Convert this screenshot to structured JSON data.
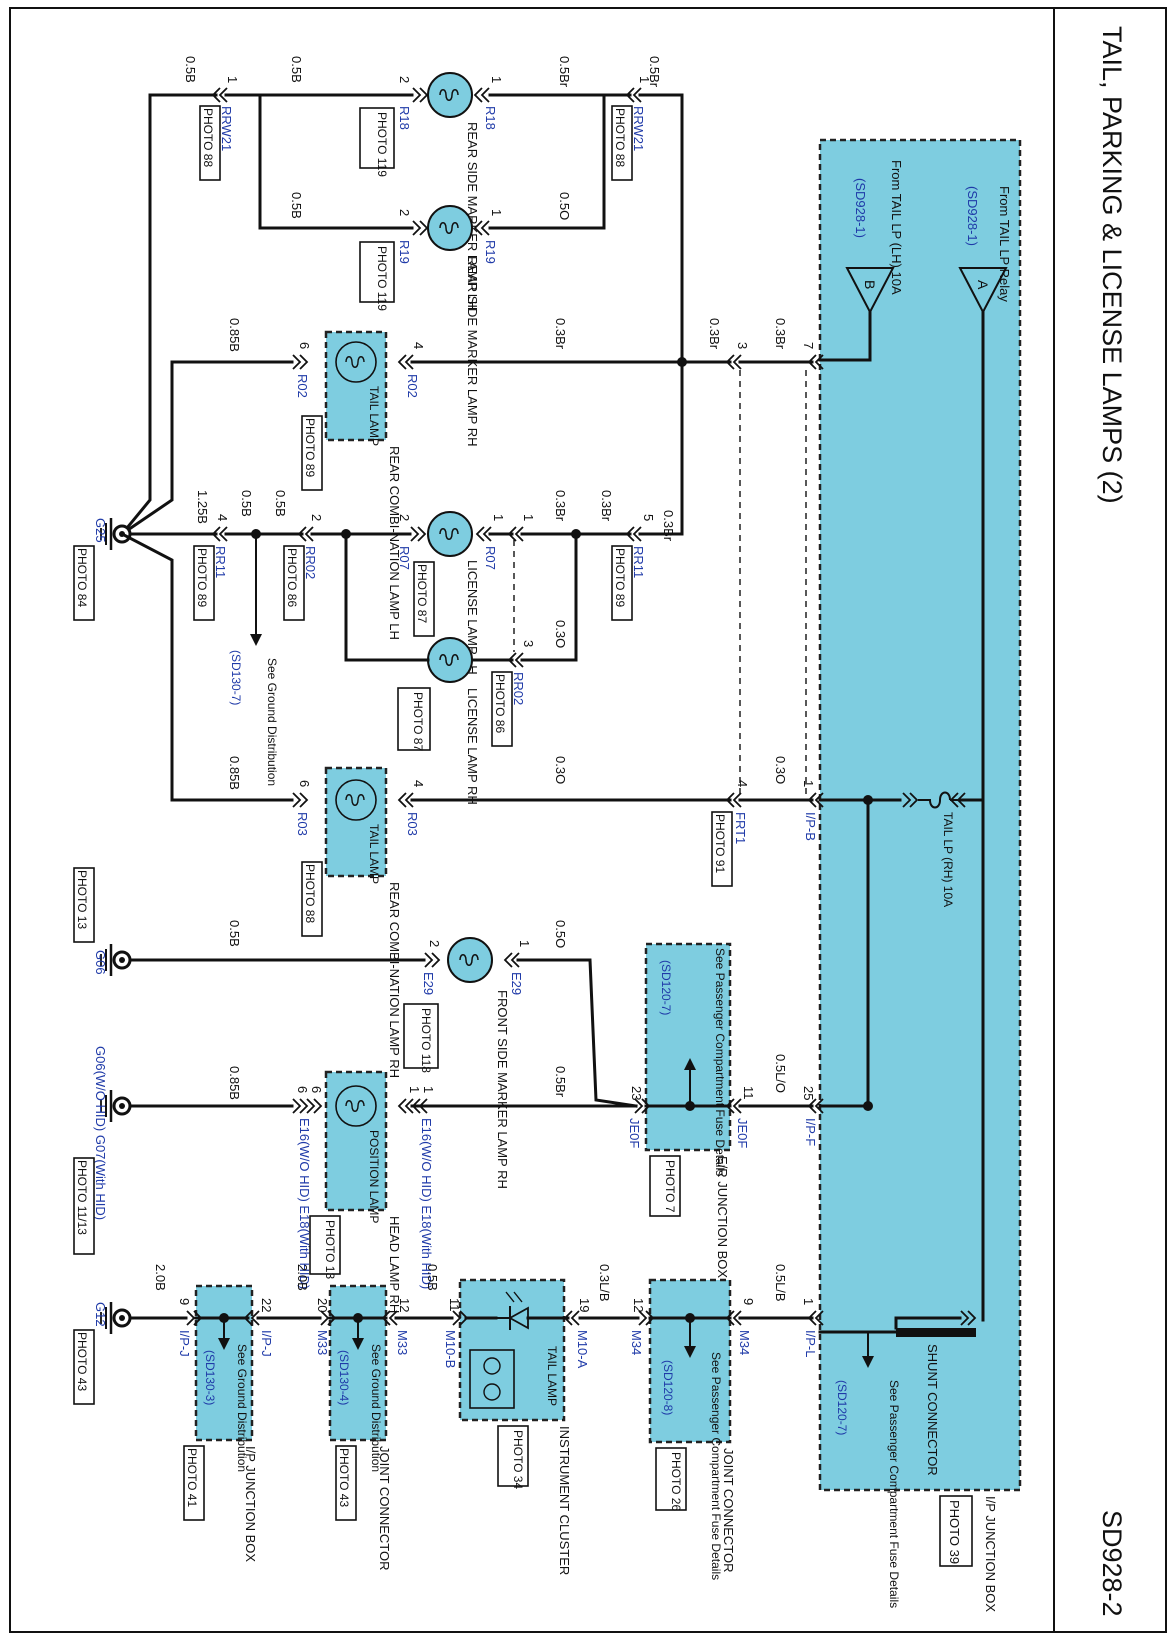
{
  "title": "TAIL, PARKING & LICENSE LAMPS (2)",
  "page_code": "SD928-2",
  "components": {
    "ip_junction_box": {
      "label": "I/P JUNCTION BOX",
      "photo": "PHOTO 39"
    },
    "tail_lp_relay": {
      "letter": "A",
      "text": "From TAIL LP Relay",
      "ref": "(SD928-1)"
    },
    "tail_lp_lh": {
      "letter": "B",
      "text": "From TAIL LP (LH) 10A",
      "ref": "(SD928-1)"
    },
    "fuse_rh": {
      "text": "TAIL LP (RH) 10A"
    },
    "shunt": {
      "text": "SHUNT CONNECTOR"
    },
    "ip_pc_fuse": {
      "text": "See Passenger Compartment Fuse Details",
      "ref": "(SD120-7)"
    },
    "er_junction": {
      "label": "E/R JUNCTION BOX",
      "photo": "PHOTO 7",
      "text": "See Passenger Compartment Fuse Details",
      "ref": "(SD120-7)"
    },
    "jc_m34": {
      "label": "JOINT CONNECTOR",
      "photo": "PHOTO 26",
      "text": "See Passenger Compartment Fuse Details",
      "ref": "(SD120-8)"
    },
    "instrument": {
      "label": "INSTRUMENT CLUSTER",
      "photo": "PHOTO 34",
      "lamp": "TAIL LAMP"
    },
    "jc_m33": {
      "label": "JOINT CONNECTOR",
      "photo": "PHOTO 43",
      "text": "See Ground Distribution",
      "ref": "(SD130-4)"
    },
    "ip_jb_j": {
      "label": "I/P JUNCTION BOX",
      "photo": "PHOTO 41",
      "text": "See Ground Distribution",
      "ref": "(SD130-3)"
    },
    "ground_dist": {
      "text": "See Ground Distribution",
      "ref": "(SD130-7)"
    },
    "rear_marker_lh": {
      "label": "REAR SIDE MARKER LAMP LH",
      "photo": "PHOTO 119",
      "conn": "R18"
    },
    "rear_marker_rh": {
      "label": "REAR SIDE MARKER LAMP RH",
      "photo": "PHOTO 119",
      "conn": "R19"
    },
    "rear_combi_lh": {
      "label": "REAR COMBI-NATION LAMP LH",
      "photo": "PHOTO 89",
      "lamp": "TAIL LAMP",
      "conn": "R02"
    },
    "rear_combi_rh": {
      "label": "REAR COMBI-NATION LAMP RH",
      "photo": "PHOTO 88",
      "lamp": "TAIL LAMP",
      "conn": "R03"
    },
    "license_lh": {
      "label": "LICENSE LAMP LH",
      "photo": "PHOTO 87",
      "conn": "R07"
    },
    "license_rh": {
      "label": "LICENSE LAMP RH",
      "photo": "PHOTO 87"
    },
    "front_marker_rh": {
      "label": "FRONT SIDE MARKER LAMP RH",
      "photo": "PHOTO 118",
      "conn": "E29"
    },
    "head_lamp_rh": {
      "label": "HEAD LAMP RH",
      "photo": "PHOTO 13",
      "lamp": "POSITION LAMP",
      "conn": "E16(W/O HID) E18(With HID)"
    }
  },
  "connectors": {
    "rrw21": "RRW21",
    "rrw21_photo": "PHOTO 88",
    "rr11": "RR11",
    "rr11_photo": "PHOTO 89",
    "rr02": "RR02",
    "rr02_photo": "PHOTO 86",
    "frt1": "FRT1",
    "frt1_photo": "PHOTO 91",
    "ipb": "I/P-B",
    "ipf": "I/P-F",
    "ipl": "I/P-L",
    "ipj": "I/P-J",
    "je0f": "JE0F",
    "m34": "M34",
    "m10a": "M10-A",
    "m10b": "M10-B",
    "m33": "M33"
  },
  "grounds": {
    "g25": "G25",
    "g25_photo": "PHOTO 84",
    "g06": "G06",
    "g06_photo": "PHOTO 13",
    "g06_07": "G06(W/O HID) G07(With HID)",
    "g06_07_photo": "PHOTO 11/13",
    "g12": "G12",
    "g12_photo": "PHOTO 43"
  },
  "wires": {
    "b05": "0.5B",
    "br05": "0.5Br",
    "o05": "0.5O",
    "br03": "0.3Br",
    "b085": "0.85B",
    "b125": "1.25B",
    "o03": "0.3O",
    "lo05": "0.5L/O",
    "lb03": "0.3L/B",
    "lb05": "0.5L/B",
    "b20": "2.0B"
  },
  "pins": {
    "p1": "1",
    "p2": "2",
    "p3": "3",
    "p4": "4",
    "p5": "5",
    "p6": "6",
    "p7": "7",
    "p9": "9",
    "p11": "11",
    "p12": "12",
    "p19": "19",
    "p20": "20",
    "p22": "22",
    "p23": "23",
    "p25": "25"
  }
}
